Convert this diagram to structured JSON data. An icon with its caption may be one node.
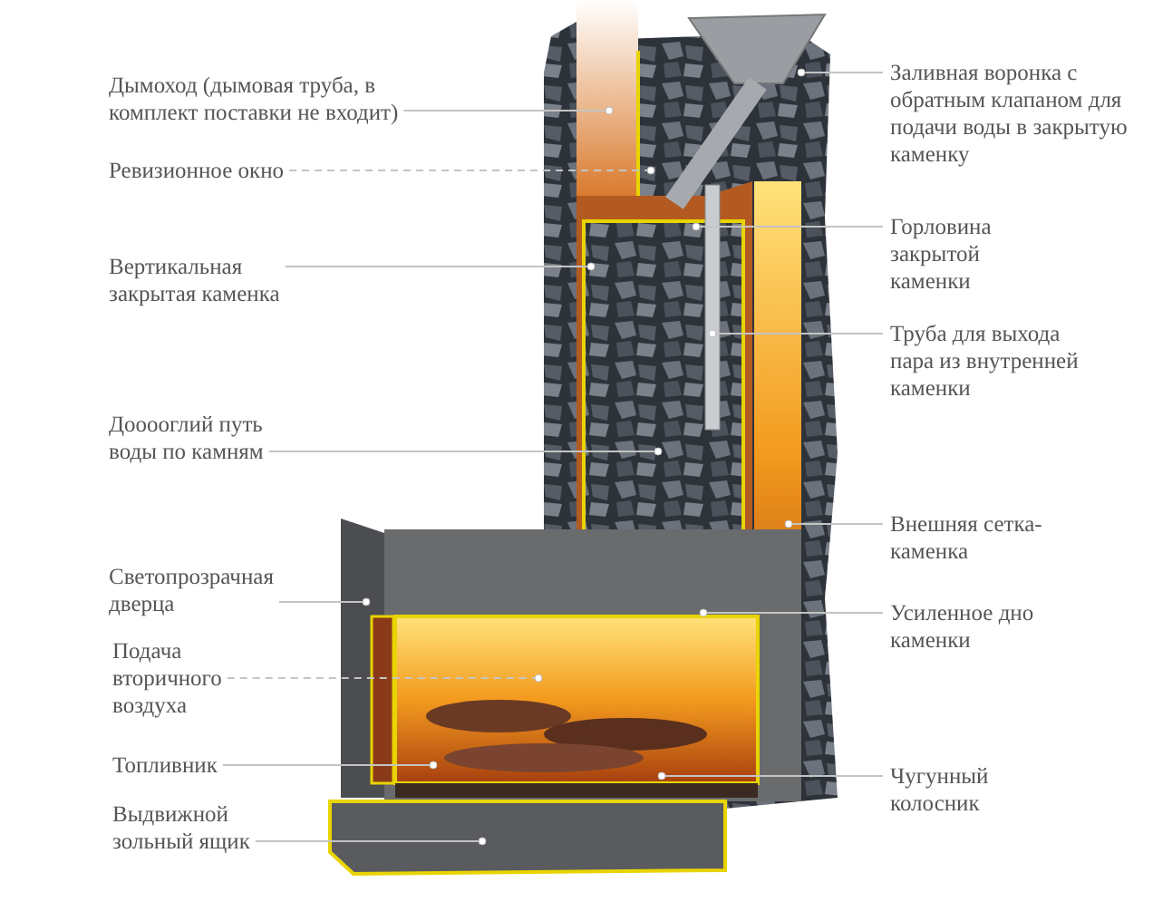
{
  "diagram": {
    "nodes": [
      {
        "text": [
          "Дымоход (дымовая труба, в комплект поставки не входит)"
        ]
      },
      {
        "text": [
          "Ревизионное окно"
        ]
      },
      {
        "text": [
          "Вертикальная закрытая каменка"
        ]
      },
      {
        "text": [
          "Дооооглий путь воды по камням"
        ]
      },
      {
        "text": [
          "Светопрозрачная дверца"
        ]
      },
      {
        "text": [
          "Подача вторичного воздуха"
        ]
      },
      {
        "text": [
          "Топливник"
        ]
      },
      {
        "text": [
          "Выдвижной зольный ящик"
        ]
      },
      {
        "text": [
          "Заливная воронка с обратным клапаном для подачи воды в закрытую каменку"
        ]
      },
      {
        "text": [
          "Горловина закрытой каменки"
        ]
      },
      {
        "text": [
          "Труба для выхода пара из внутренней каменки"
        ]
      },
      {
        "text": [
          "Внешняя сетка-каменка"
        ]
      },
      {
        "text": [
          "Усиленное дно каменки"
        ]
      },
      {
        "text": [
          "Чугунный колосник"
        ]
      }
    ],
    "edges": [
      {
        "from": 0,
        "to": null,
        "arrow": "other"
      },
      {
        "from": 1,
        "to": null,
        "arrow": "other",
        "style": "dashed"
      },
      {
        "from": 2,
        "to": null,
        "arrow": "other"
      },
      {
        "from": 3,
        "to": null,
        "arrow": "other"
      },
      {
        "from": 4,
        "to": null,
        "arrow": "other"
      },
      {
        "from": 5,
        "to": null,
        "arrow": "other",
        "style": "dashed"
      },
      {
        "from": 6,
        "to": null,
        "arrow": "other"
      },
      {
        "from": 7,
        "to": null,
        "arrow": "other"
      },
      {
        "from": 8,
        "to": null,
        "arrow": "other"
      },
      {
        "from": 9,
        "to": null,
        "arrow": "other"
      },
      {
        "from": 10,
        "to": null,
        "arrow": "other"
      },
      {
        "from": 11,
        "to": null,
        "arrow": "other"
      },
      {
        "from": 12,
        "to": null,
        "arrow": "other"
      },
      {
        "from": 13,
        "to": null,
        "arrow": "other"
      }
    ]
  }
}
